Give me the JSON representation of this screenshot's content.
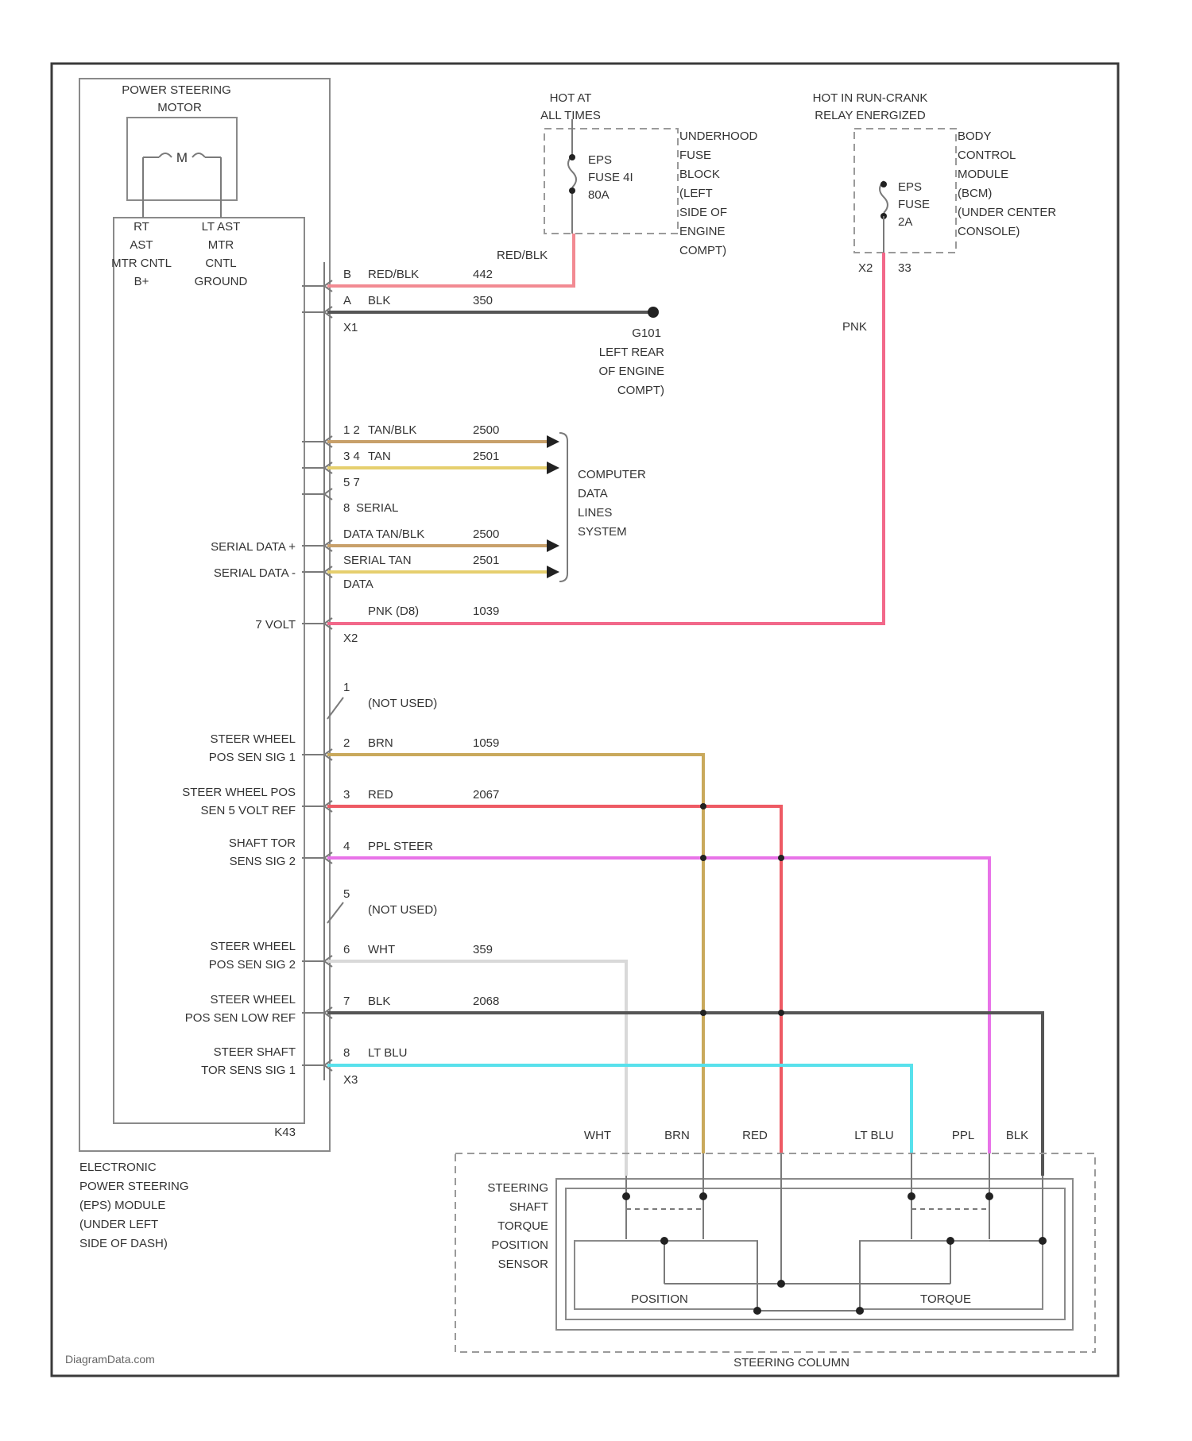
{
  "eps_module": {
    "motor_title": [
      "POWER STEERING",
      "MOTOR"
    ],
    "motor_symbol": "M",
    "rt_label": [
      "RT",
      "AST",
      "MTR CNTL",
      "B+"
    ],
    "lt_label": [
      "LT AST",
      "MTR",
      "CNTL",
      "GROUND"
    ],
    "connector_id": "K43",
    "caption": [
      "ELECTRONIC",
      "POWER STEERING",
      "(EPS) MODULE",
      "(UNDER LEFT",
      "SIDE OF DASH)"
    ]
  },
  "fuse_left": {
    "hot_label": [
      "HOT AT",
      "ALL TIMES"
    ],
    "fuse_label": [
      "EPS",
      "FUSE 4I",
      "80A"
    ],
    "location": [
      "UNDERHOOD",
      "FUSE",
      "BLOCK",
      "(LEFT",
      "SIDE OF",
      "ENGINE",
      "COMPT)"
    ],
    "wire_color": "RED/BLK"
  },
  "fuse_right": {
    "hot_label": [
      "HOT IN RUN-CRANK",
      "RELAY ENERGIZED"
    ],
    "fuse_label": [
      "EPS",
      "FUSE",
      "2A"
    ],
    "location": [
      "BODY",
      "CONTROL",
      "MODULE",
      "(BCM)",
      "(UNDER CENTER",
      "CONSOLE)"
    ],
    "pins": [
      "X2",
      "33"
    ],
    "wire_color": "PNK"
  },
  "ground": {
    "id": "G101",
    "location": [
      "LEFT REAR",
      "OF ENGINE",
      "COMPT)"
    ]
  },
  "data_lines_label": [
    "COMPUTER",
    "DATA",
    "LINES",
    "SYSTEM"
  ],
  "power_pins": [
    {
      "pin": "B",
      "color": "RED/BLK",
      "circuit": "442"
    },
    {
      "pin": "A",
      "color": "BLK",
      "circuit": "350"
    }
  ],
  "x1_label": "X1",
  "data_pins": [
    {
      "pin": "1 2",
      "color": "TAN/BLK",
      "circuit": "2500"
    },
    {
      "pin": "3 4",
      "color": "TAN",
      "circuit": "2501"
    },
    {
      "pin": "5 7",
      "color": "",
      "circuit": ""
    },
    {
      "pin": "8",
      "color": "SERIAL",
      "circuit": ""
    },
    {
      "pin": "",
      "color": "DATA TAN/BLK",
      "circuit": "2500",
      "left_label": "SERIAL DATA +"
    },
    {
      "pin": "",
      "color": "SERIAL TAN",
      "circuit": "2501",
      "left_label": "SERIAL DATA -"
    },
    {
      "pin": "",
      "color": "DATA",
      "circuit": ""
    }
  ],
  "volt_pin": {
    "left_label": "7 VOLT",
    "color": "PNK (D8)",
    "circuit": "1039"
  },
  "x2_label": "X2",
  "sensor_pins": [
    {
      "pin": "1",
      "color": "(NOT USED)",
      "circuit": "",
      "left": []
    },
    {
      "pin": "2",
      "color": "BRN",
      "circuit": "1059",
      "left": [
        "STEER WHEEL",
        "POS SEN SIG 1"
      ]
    },
    {
      "pin": "3",
      "color": "RED",
      "circuit": "2067",
      "left": [
        "STEER WHEEL POS",
        "SEN 5 VOLT REF"
      ]
    },
    {
      "pin": "4",
      "color": "PPL STEER",
      "circuit": "",
      "left": [
        "SHAFT TOR",
        "SENS SIG 2"
      ]
    },
    {
      "pin": "5",
      "color": "(NOT USED)",
      "circuit": "",
      "left": []
    },
    {
      "pin": "6",
      "color": "WHT",
      "circuit": "359",
      "left": [
        "STEER WHEEL",
        "POS SEN SIG 2"
      ]
    },
    {
      "pin": "7",
      "color": "BLK",
      "circuit": "2068",
      "left": [
        "STEER WHEEL",
        "POS SEN LOW REF"
      ]
    },
    {
      "pin": "8",
      "color": "LT BLU",
      "circuit": "",
      "left": [
        "STEER SHAFT",
        "TOR SENS SIG 1"
      ]
    }
  ],
  "x3_label": "X3",
  "bottom_wire_labels": [
    "WHT",
    "BRN",
    "RED",
    "LT BLU",
    "PPL",
    "BLK"
  ],
  "sensor": {
    "label": [
      "STEERING",
      "SHAFT",
      "TORQUE",
      "POSITION",
      "SENSOR"
    ],
    "position": "POSITION",
    "torque": "TORQUE",
    "column": "STEERING COLUMN"
  },
  "watermark": "DiagramData.com",
  "colors": {
    "red_blk": "#f28a92",
    "blk": "#555555",
    "tan_blk": "#c8a06a",
    "tan": "#e6cf6e",
    "pnk": "#f2688a",
    "brn": "#c9a95c",
    "red": "#ee5a64",
    "ppl": "#e873e8",
    "wht": "#d9d9d9",
    "lt_blu": "#58e1ec"
  }
}
